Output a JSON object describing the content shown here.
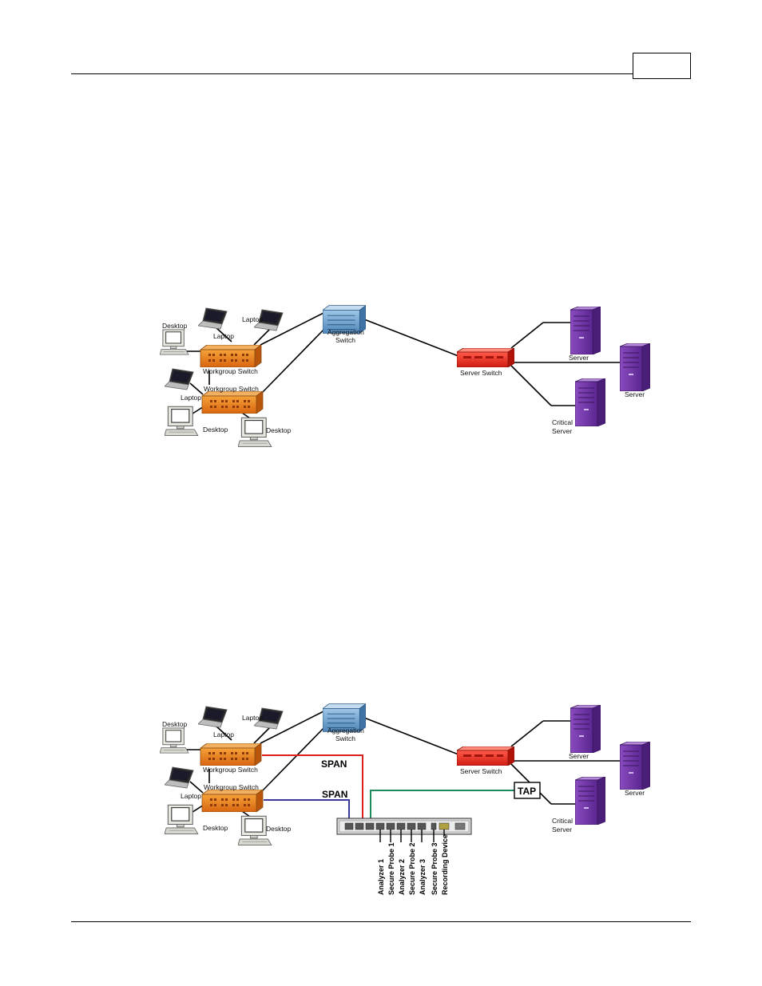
{
  "header": {
    "page_number": ""
  },
  "figure1": {
    "nodes": {
      "desktop_top": "Desktop",
      "laptop_1": "Laptop",
      "laptop_2": "Laptop",
      "workgroup_switch_1": "Workgroup Switch",
      "workgroup_switch_2": "Workgroup Switch",
      "laptop_3": "Laptop",
      "desktop_bottom_left": "Desktop",
      "desktop_bottom_right": "Desktop",
      "aggregation_switch_line1": "Aggregation",
      "aggregation_switch_line2": "Switch",
      "server_switch": "Server Switch",
      "server_1": "Server",
      "server_2": "Server",
      "critical_server_line1": "Critical",
      "critical_server_line2": "Server"
    }
  },
  "figure2": {
    "nodes": {
      "desktop_top": "Desktop",
      "laptop_1": "Laptop",
      "laptop_2": "Laptop",
      "workgroup_switch_1": "Workgroup Switch",
      "workgroup_switch_2": "Workgroup Switch",
      "laptop_3": "Laptop",
      "desktop_bottom_left": "Desktop",
      "desktop_bottom_right": "Desktop",
      "aggregation_switch_line1": "Aggregation",
      "aggregation_switch_line2": "Switch",
      "server_switch": "Server Switch",
      "server_1": "Server",
      "server_2": "Server",
      "critical_server_line1": "Critical",
      "critical_server_line2": "Server"
    },
    "span_label_1": "SPAN",
    "span_label_2": "SPAN",
    "tap_label": "TAP",
    "ports": [
      "Analyzer 1",
      "Secure Probe 1",
      "Analyzer 2",
      "Secure Probe 2",
      "Analyzer 3",
      "Secure Probe 3",
      "Recording Device"
    ],
    "colors": {
      "span_red": "#e0201c",
      "span_blue": "#3a3a9a",
      "tap_green": "#1f8a5a"
    }
  }
}
